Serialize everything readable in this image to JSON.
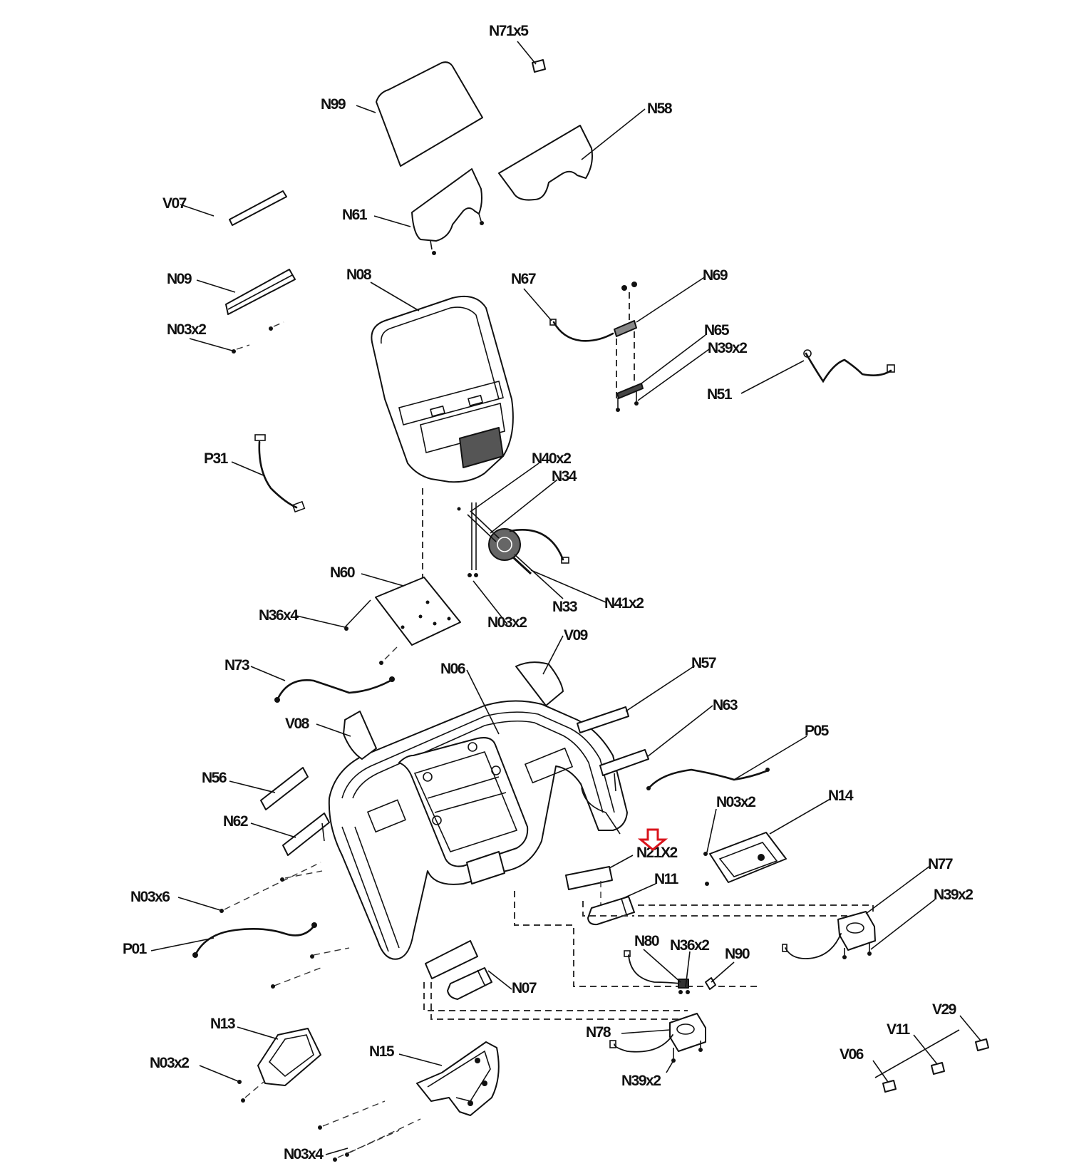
{
  "diagram": {
    "title": "Console exploded parts diagram",
    "highlight_color": "#d9141c",
    "highlighted_part": "N21X2",
    "labels": {
      "n71x5": "N71x5",
      "n99": "N99",
      "n58": "N58",
      "v07": "V07",
      "n61": "N61",
      "n09": "N09",
      "n08": "N08",
      "n67": "N67",
      "n69": "N69",
      "n03x2_top": "N03x2",
      "n65": "N65",
      "n39x2_top": "N39x2",
      "n51": "N51",
      "p31": "P31",
      "n40x2": "N40x2",
      "n34": "N34",
      "n60": "N60",
      "n36x4": "N36x4",
      "n33": "N33",
      "n41x2": "N41x2",
      "n03x2_mid": "N03x2",
      "v09": "V09",
      "n73": "N73",
      "n06": "N06",
      "n57": "N57",
      "v08_left": "V08",
      "n63": "N63",
      "p05": "P05",
      "n56": "N56",
      "n03x2_right": "N03x2",
      "n14": "N14",
      "n62": "N62",
      "n21x2": "N21X2",
      "n11": "N11",
      "n77": "N77",
      "n03x6": "N03x6",
      "n39x2_right": "N39x2",
      "n80": "N80",
      "n36x2": "N36x2",
      "n90": "N90",
      "p01": "P01",
      "n07": "N07",
      "v29": "V29",
      "n13": "N13",
      "n78": "N78",
      "v11": "V11",
      "n15": "N15",
      "v06": "V06",
      "n03x2_bottom": "N03x2",
      "n39x2_bottom": "N39x2",
      "n03x4": "N03x4"
    }
  }
}
